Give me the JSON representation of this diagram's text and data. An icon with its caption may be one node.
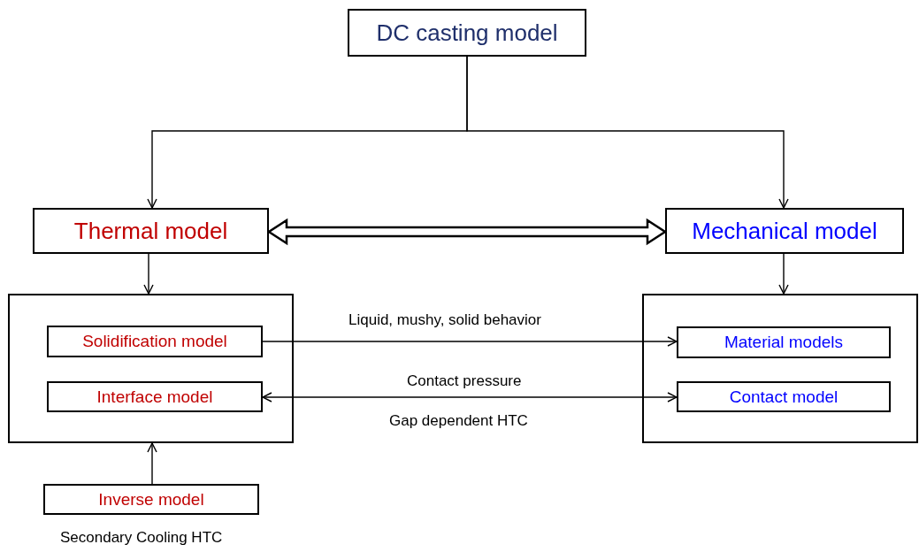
{
  "diagram": {
    "nodes": [
      {
        "text": [
          "DC casting model"
        ]
      },
      {
        "text": [
          "Thermal model"
        ]
      },
      {
        "text": [
          "Mechanical model"
        ]
      },
      {
        "text": [],
        "shape": "box"
      },
      {
        "text": [
          "Solidification model"
        ],
        "in": 3
      },
      {
        "text": [
          "Interface model"
        ],
        "in": 3
      },
      {
        "text": [],
        "shape": "box"
      },
      {
        "text": [
          "Material models"
        ],
        "in": 6
      },
      {
        "text": [
          "Contact model"
        ],
        "in": 6
      },
      {
        "text": [
          "Inverse model"
        ],
        "beside": [
          "Secondary Cooling HTC"
        ]
      }
    ],
    "edges": [
      {
        "from": 0,
        "to": 1,
        "arrow": "to"
      },
      {
        "from": 0,
        "to": 2,
        "arrow": "to"
      },
      {
        "from": 1,
        "to": 2,
        "arrow": "both",
        "style": "thick"
      },
      {
        "from": 1,
        "to": 3,
        "arrow": "to"
      },
      {
        "from": 2,
        "to": 6,
        "arrow": "to"
      },
      {
        "from": 4,
        "to": 7,
        "arrow": "to",
        "label": "Liquid, mushy, solid behavior"
      },
      {
        "from": 5,
        "to": 8,
        "arrow": "both",
        "label": "Contact pressure"
      },
      {
        "from": 9,
        "to": 3,
        "arrow": "to"
      }
    ],
    "labels": [
      "Gap dependent HTC"
    ]
  }
}
